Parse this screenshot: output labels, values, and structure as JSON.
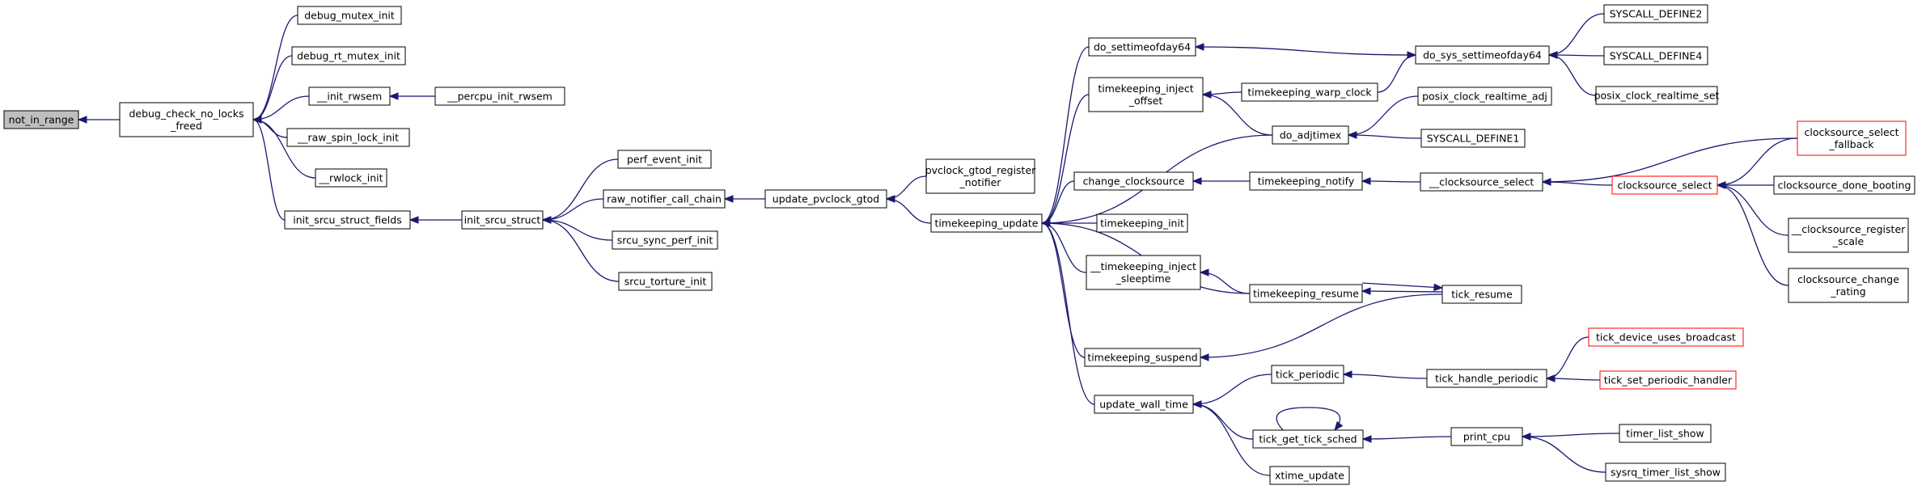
{
  "graph": {
    "colors": {
      "edge": "#191970",
      "node_border": "#000000",
      "node_fill": "#ffffff",
      "root_fill": "#bfbfbf",
      "truncated_border": "#ff0000"
    },
    "nodes": [
      {
        "id": "not_in_range",
        "lines": [
          "not_in_range"
        ],
        "root": true
      },
      {
        "id": "debug_check_no_locks_freed",
        "lines": [
          "debug_check_no_locks",
          "_freed"
        ]
      },
      {
        "id": "debug_mutex_init",
        "lines": [
          "debug_mutex_init"
        ]
      },
      {
        "id": "debug_rt_mutex_init",
        "lines": [
          "debug_rt_mutex_init"
        ]
      },
      {
        "id": "__init_rwsem",
        "lines": [
          "__init_rwsem"
        ]
      },
      {
        "id": "__percpu_init_rwsem",
        "lines": [
          "__percpu_init_rwsem"
        ]
      },
      {
        "id": "__raw_spin_lock_init",
        "lines": [
          "__raw_spin_lock_init"
        ]
      },
      {
        "id": "__rwlock_init",
        "lines": [
          "__rwlock_init"
        ]
      },
      {
        "id": "init_srcu_struct_fields",
        "lines": [
          "init_srcu_struct_fields"
        ]
      },
      {
        "id": "init_srcu_struct",
        "lines": [
          "init_srcu_struct"
        ]
      },
      {
        "id": "perf_event_init",
        "lines": [
          "perf_event_init"
        ]
      },
      {
        "id": "raw_notifier_call_chain",
        "lines": [
          "raw_notifier_call_chain"
        ]
      },
      {
        "id": "srcu_sync_perf_init",
        "lines": [
          "srcu_sync_perf_init"
        ]
      },
      {
        "id": "srcu_torture_init",
        "lines": [
          "srcu_torture_init"
        ]
      },
      {
        "id": "update_pvclock_gtod",
        "lines": [
          "update_pvclock_gtod"
        ]
      },
      {
        "id": "pvclock_gtod_register_notifier",
        "lines": [
          "pvclock_gtod_register",
          "_notifier"
        ]
      },
      {
        "id": "timekeeping_update",
        "lines": [
          "timekeeping_update"
        ]
      },
      {
        "id": "do_settimeofday64",
        "lines": [
          "do_settimeofday64"
        ]
      },
      {
        "id": "timekeeping_inject_offset",
        "lines": [
          "timekeeping_inject",
          "_offset"
        ]
      },
      {
        "id": "change_clocksource",
        "lines": [
          "change_clocksource"
        ]
      },
      {
        "id": "timekeeping_init",
        "lines": [
          "timekeeping_init"
        ]
      },
      {
        "id": "__timekeeping_inject_sleeptime",
        "lines": [
          "__timekeeping_inject",
          "_sleeptime"
        ]
      },
      {
        "id": "timekeeping_suspend",
        "lines": [
          "timekeeping_suspend"
        ]
      },
      {
        "id": "update_wall_time",
        "lines": [
          "update_wall_time"
        ]
      },
      {
        "id": "do_sys_settimeofday64",
        "lines": [
          "do_sys_settimeofday64"
        ]
      },
      {
        "id": "timekeeping_warp_clock",
        "lines": [
          "timekeeping_warp_clock"
        ]
      },
      {
        "id": "do_adjtimex",
        "lines": [
          "do_adjtimex"
        ]
      },
      {
        "id": "timekeeping_notify",
        "lines": [
          "timekeeping_notify"
        ]
      },
      {
        "id": "timekeeping_resume",
        "lines": [
          "timekeeping_resume"
        ]
      },
      {
        "id": "tick_periodic",
        "lines": [
          "tick_periodic"
        ]
      },
      {
        "id": "tick_get_tick_sched",
        "lines": [
          "tick_get_tick_sched"
        ]
      },
      {
        "id": "xtime_update",
        "lines": [
          "xtime_update"
        ]
      },
      {
        "id": "SYSCALL_DEFINE2",
        "lines": [
          "SYSCALL_DEFINE2"
        ]
      },
      {
        "id": "SYSCALL_DEFINE4",
        "lines": [
          "SYSCALL_DEFINE4"
        ]
      },
      {
        "id": "posix_clock_realtime_set",
        "lines": [
          "posix_clock_realtime_set"
        ]
      },
      {
        "id": "posix_clock_realtime_adj",
        "lines": [
          "posix_clock_realtime_adj"
        ]
      },
      {
        "id": "SYSCALL_DEFINE1",
        "lines": [
          "SYSCALL_DEFINE1"
        ]
      },
      {
        "id": "__clocksource_select",
        "lines": [
          "__clocksource_select"
        ]
      },
      {
        "id": "tick_resume",
        "lines": [
          "tick_resume"
        ]
      },
      {
        "id": "tick_handle_periodic",
        "lines": [
          "tick_handle_periodic"
        ]
      },
      {
        "id": "print_cpu",
        "lines": [
          "print_cpu"
        ]
      },
      {
        "id": "clocksource_select",
        "lines": [
          "clocksource_select"
        ],
        "truncated": true
      },
      {
        "id": "clocksource_select_fallback",
        "lines": [
          "clocksource_select",
          "_fallback"
        ],
        "truncated": true
      },
      {
        "id": "clocksource_done_booting",
        "lines": [
          "clocksource_done_booting"
        ]
      },
      {
        "id": "__clocksource_register_scale",
        "lines": [
          "__clocksource_register",
          "_scale"
        ]
      },
      {
        "id": "clocksource_change_rating",
        "lines": [
          "clocksource_change",
          "_rating"
        ]
      },
      {
        "id": "tick_device_uses_broadcast",
        "lines": [
          "tick_device_uses_broadcast"
        ],
        "truncated": true
      },
      {
        "id": "tick_set_periodic_handler",
        "lines": [
          "tick_set_periodic_handler"
        ],
        "truncated": true
      },
      {
        "id": "timer_list_show",
        "lines": [
          "timer_list_show"
        ]
      },
      {
        "id": "sysrq_timer_list_show",
        "lines": [
          "sysrq_timer_list_show"
        ]
      }
    ],
    "edges": [
      [
        "debug_check_no_locks_freed",
        "not_in_range"
      ],
      [
        "debug_mutex_init",
        "debug_check_no_locks_freed"
      ],
      [
        "debug_rt_mutex_init",
        "debug_check_no_locks_freed"
      ],
      [
        "__init_rwsem",
        "debug_check_no_locks_freed"
      ],
      [
        "__raw_spin_lock_init",
        "debug_check_no_locks_freed"
      ],
      [
        "__rwlock_init",
        "debug_check_no_locks_freed"
      ],
      [
        "init_srcu_struct_fields",
        "debug_check_no_locks_freed"
      ],
      [
        "__percpu_init_rwsem",
        "__init_rwsem"
      ],
      [
        "init_srcu_struct",
        "init_srcu_struct_fields"
      ],
      [
        "perf_event_init",
        "init_srcu_struct"
      ],
      [
        "raw_notifier_call_chain",
        "init_srcu_struct"
      ],
      [
        "srcu_sync_perf_init",
        "init_srcu_struct"
      ],
      [
        "srcu_torture_init",
        "init_srcu_struct"
      ],
      [
        "update_pvclock_gtod",
        "raw_notifier_call_chain"
      ],
      [
        "pvclock_gtod_register_notifier",
        "update_pvclock_gtod"
      ],
      [
        "timekeeping_update",
        "update_pvclock_gtod"
      ],
      [
        "do_settimeofday64",
        "timekeeping_update"
      ],
      [
        "timekeeping_inject_offset",
        "timekeeping_update"
      ],
      [
        "do_adjtimex",
        "timekeeping_update"
      ],
      [
        "change_clocksource",
        "timekeeping_update"
      ],
      [
        "timekeeping_init",
        "timekeeping_update"
      ],
      [
        "__timekeeping_inject_sleeptime",
        "timekeeping_update"
      ],
      [
        "timekeeping_resume",
        "timekeeping_update"
      ],
      [
        "timekeeping_suspend",
        "timekeeping_update"
      ],
      [
        "update_wall_time",
        "timekeeping_update"
      ],
      [
        "do_sys_settimeofday64",
        "do_settimeofday64"
      ],
      [
        "SYSCALL_DEFINE2",
        "do_sys_settimeofday64"
      ],
      [
        "SYSCALL_DEFINE4",
        "do_sys_settimeofday64"
      ],
      [
        "posix_clock_realtime_set",
        "do_sys_settimeofday64"
      ],
      [
        "timekeeping_warp_clock",
        "timekeeping_inject_offset"
      ],
      [
        "do_adjtimex",
        "timekeeping_inject_offset"
      ],
      [
        "timekeeping_warp_clock",
        "do_sys_settimeofday64"
      ],
      [
        "posix_clock_realtime_adj",
        "do_adjtimex"
      ],
      [
        "SYSCALL_DEFINE1",
        "do_adjtimex"
      ],
      [
        "timekeeping_notify",
        "change_clocksource"
      ],
      [
        "__clocksource_select",
        "timekeeping_notify"
      ],
      [
        "clocksource_select",
        "__clocksource_select"
      ],
      [
        "clocksource_select_fallback",
        "__clocksource_select"
      ],
      [
        "clocksource_select_fallback",
        "clocksource_select"
      ],
      [
        "clocksource_done_booting",
        "clocksource_select"
      ],
      [
        "__clocksource_register_scale",
        "clocksource_select"
      ],
      [
        "clocksource_change_rating",
        "clocksource_select"
      ],
      [
        "timekeeping_resume",
        "__timekeeping_inject_sleeptime"
      ],
      [
        "tick_resume",
        "timekeeping_resume"
      ],
      [
        "timekeeping_resume",
        "tick_resume"
      ],
      [
        "tick_resume",
        "timekeeping_suspend"
      ],
      [
        "tick_periodic",
        "update_wall_time"
      ],
      [
        "tick_get_tick_sched",
        "update_wall_time"
      ],
      [
        "xtime_update",
        "update_wall_time"
      ],
      [
        "tick_handle_periodic",
        "tick_periodic"
      ],
      [
        "tick_device_uses_broadcast",
        "tick_handle_periodic"
      ],
      [
        "tick_set_periodic_handler",
        "tick_handle_periodic"
      ],
      [
        "tick_get_tick_sched",
        "tick_get_tick_sched"
      ],
      [
        "print_cpu",
        "tick_get_tick_sched"
      ],
      [
        "timer_list_show",
        "print_cpu"
      ],
      [
        "sysrq_timer_list_show",
        "print_cpu"
      ]
    ]
  }
}
